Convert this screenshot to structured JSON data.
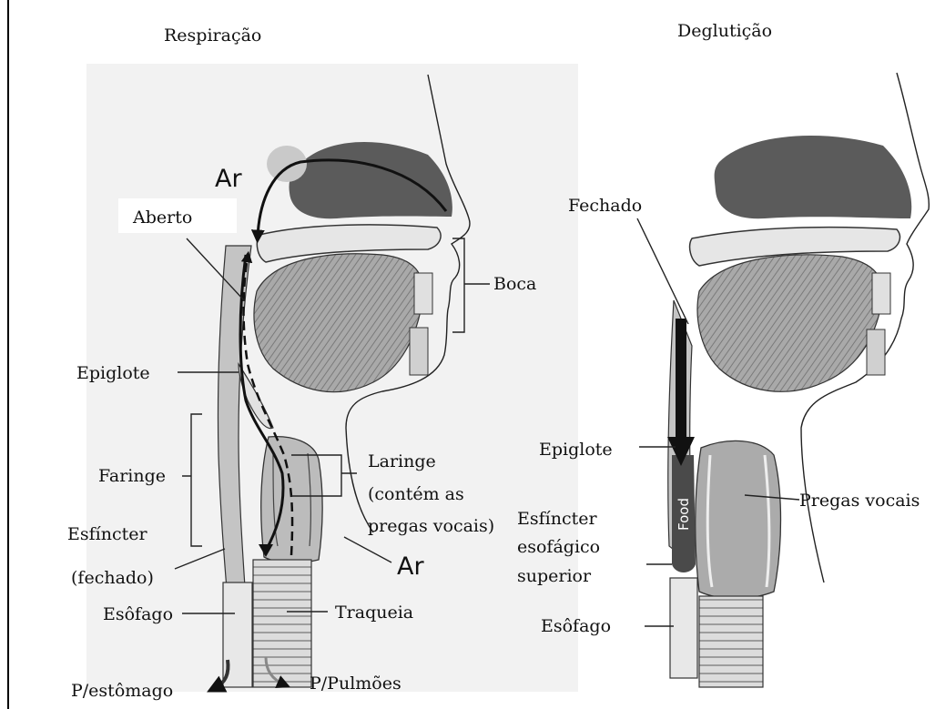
{
  "panels": {
    "breathing": {
      "title": "Respiração",
      "labels": {
        "air_top": "Ar",
        "open": "Aberto",
        "mouth": "Boca",
        "epiglottis": "Epiglote",
        "pharynx": "Faringe",
        "larynx_l1": "Laringe",
        "larynx_l2": "(contém as",
        "larynx_l3": "pregas vocais)",
        "sphincter_l1": "Esfíncter",
        "sphincter_l2": "(fechado)",
        "air_bottom": "Ar",
        "esophagus": "Esôfago",
        "trachea": "Traqueia",
        "to_stomach": "P/estômago",
        "to_lungs": "P/Pulmões"
      }
    },
    "swallowing": {
      "title": "Deglutição",
      "labels": {
        "closed": "Fechado",
        "epiglottis": "Epiglote",
        "food": "Food",
        "vocal_folds": "Pregas vocais",
        "sphincter_l1": "Esfíncter",
        "sphincter_l2": "esofágico",
        "sphincter_l3": "superior",
        "esophagus": "Esôfago"
      }
    }
  },
  "colors": {
    "tissue_dark": "#555555",
    "tissue_mid": "#9a9a9a",
    "tissue_light": "#d4d4d4",
    "airway": "#6f6f6f",
    "food": "#4a4a4a"
  }
}
